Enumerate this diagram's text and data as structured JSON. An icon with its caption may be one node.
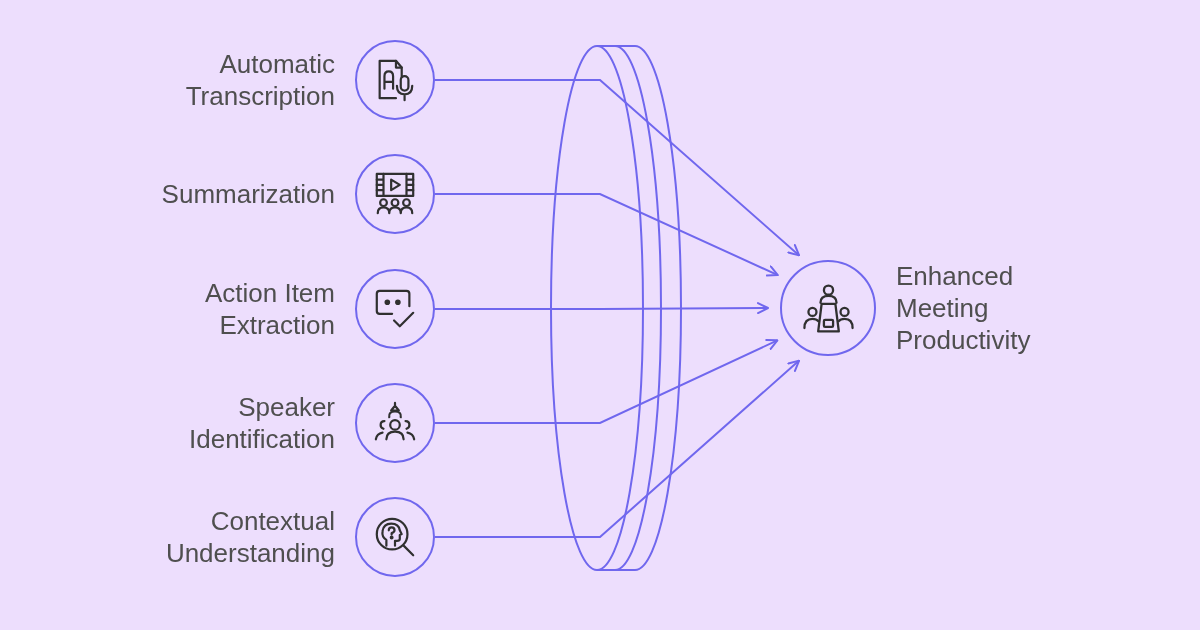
{
  "diagram": {
    "nodes": [
      {
        "text": [
          "Automatic Transcription"
        ]
      },
      {
        "text": [
          "Summarization"
        ]
      },
      {
        "text": [
          "Action Item Extraction"
        ]
      },
      {
        "text": [
          "Speaker Identification"
        ]
      },
      {
        "text": [
          "Contextual Understanding"
        ]
      },
      {
        "text": [
          "Enhanced Meeting Productivity"
        ]
      }
    ],
    "edges": [
      {
        "from": 0,
        "to": 5,
        "arrow": "to"
      },
      {
        "from": 1,
        "to": 5,
        "arrow": "to"
      },
      {
        "from": 2,
        "to": 5,
        "arrow": "to"
      },
      {
        "from": 3,
        "to": 5,
        "arrow": "to"
      },
      {
        "from": 4,
        "to": 5,
        "arrow": "to"
      }
    ]
  }
}
